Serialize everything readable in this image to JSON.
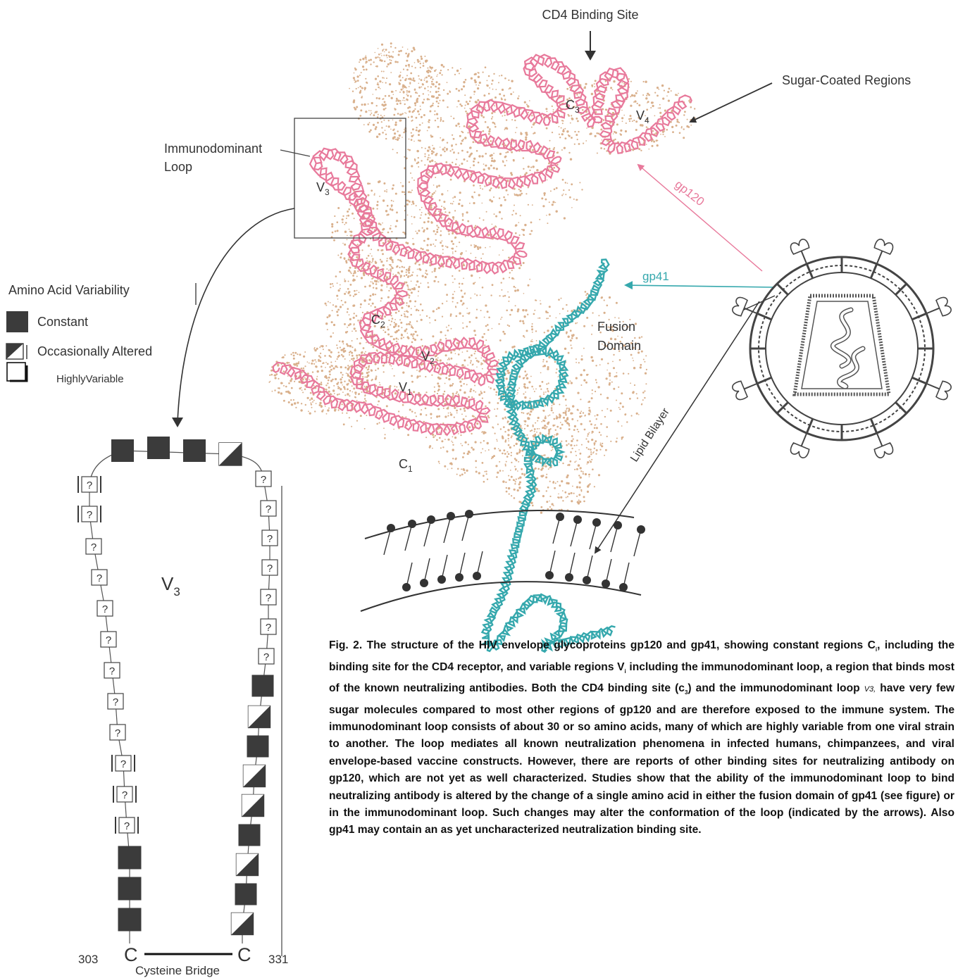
{
  "labels": {
    "cd4_binding_site": "CD4 Binding Site",
    "sugar_coated_regions": "Sugar-Coated Regions",
    "immunodominant_loop": [
      "Immunodominant",
      "Loop"
    ],
    "gp120": "gp120",
    "gp41": "gp41",
    "fusion_domain": [
      "Fusion",
      "Domain"
    ],
    "lipid_bilayer": "Lipid Bilayer",
    "regions": {
      "c1": {
        "base": "C",
        "sub": "1"
      },
      "c2": {
        "base": "C",
        "sub": "2"
      },
      "c3": {
        "base": "C",
        "sub": "3"
      },
      "v1": {
        "base": "V",
        "sub": "1"
      },
      "v2": {
        "base": "V",
        "sub": "2"
      },
      "v3": {
        "base": "V",
        "sub": "3"
      },
      "v4": {
        "base": "V",
        "sub": "4"
      }
    }
  },
  "legend": {
    "title": "Amino Acid Variability",
    "constant": "Constant",
    "occasional": "Occasionally Altered",
    "variable": "HighlyVariable"
  },
  "v3_loop": {
    "title": {
      "base": "V",
      "sub": "3"
    },
    "unknown_mark": "?",
    "cysteine": "C",
    "start_residue": "303",
    "end_residue": "331",
    "bridge_label": "Cysteine Bridge"
  },
  "caption": {
    "p1": "Fig. 2. The structure of the HIV envelope glycoproteins gp120 and gp41, showing constant regions C",
    "s1": "i",
    "p2": ", including the binding site for the CD4 receptor, and variable regions V",
    "s2": "i",
    "p3": " including the immunodominant loop, a region that binds most of the known neutralizing antibodies. Both the CD4 binding site (c",
    "s3": "3",
    "p4": ") and the immunodominant loop ",
    "s4": "V3,",
    "p5": " have very few sugar molecules compared to most other regions of gp120 and are therefore exposed to the immune system. The immunodominant loop consists of about 30 or so amino acids, many of which are highly variable from one viral strain to another. The loop mediates all known neutralization phenomena in infected humans, chimpanzees, and viral envelope-based vaccine constructs. However, there are reports of other binding sites for neutralizing antibody on gp120, which are not yet as well characterized. Studies show that the ability of the immunodominant loop to bind neutralizing antibody is altered by the change of a single amino acid in either the fusion domain of gp41 (see figure) or in the immunodominant loop. Such changes may alter the conformation of the loop (indicated by the arrows). Also gp41 may contain an as yet uncharacterized neutralization binding site."
  },
  "colors": {
    "gp120": "#e8799b",
    "gp41": "#35a8ad",
    "sugar": "#d9b08c",
    "residue_dark": "#3b3b3b",
    "line": "#333333"
  },
  "icons": [
    "arrow-down-icon",
    "arrow-icon",
    "lipid-head-icon",
    "virion-icon"
  ]
}
